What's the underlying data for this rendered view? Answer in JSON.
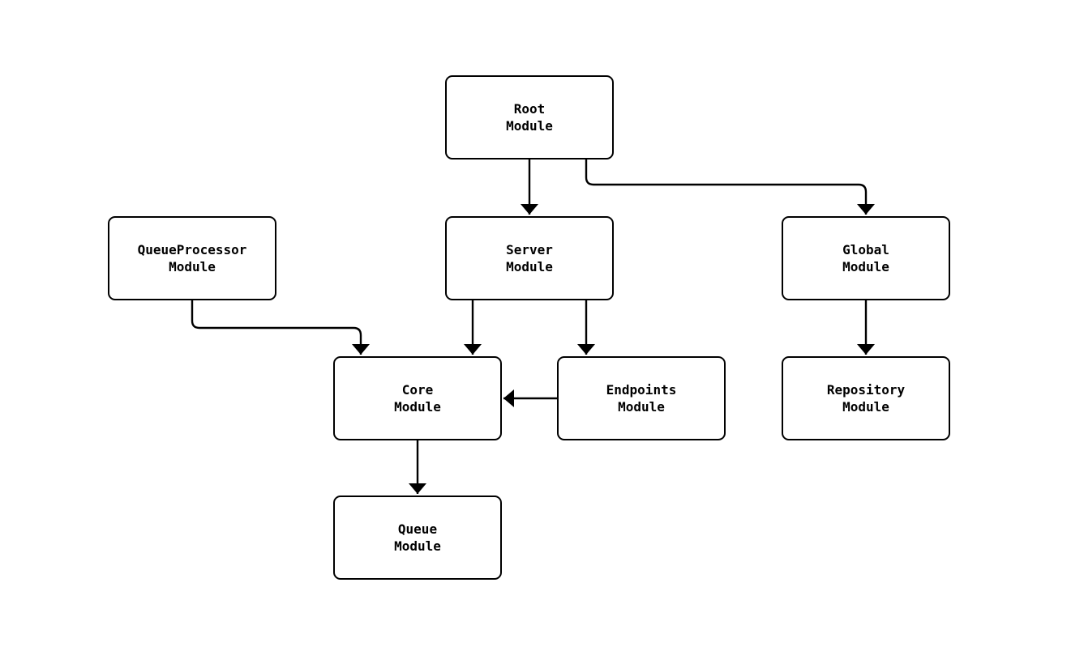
{
  "diagram": {
    "background_color": "#ffffff",
    "node_border_color": "#000000",
    "node_fill_color": "#ffffff",
    "edge_color": "#000000",
    "nodes": [
      {
        "id": "root",
        "label": "Root\nModule"
      },
      {
        "id": "server",
        "label": "Server\nModule"
      },
      {
        "id": "global",
        "label": "Global\nModule"
      },
      {
        "id": "queueprocessor",
        "label": "QueueProcessor\nModule"
      },
      {
        "id": "core",
        "label": "Core\nModule"
      },
      {
        "id": "endpoints",
        "label": "Endpoints\nModule"
      },
      {
        "id": "repository",
        "label": "Repository\nModule"
      },
      {
        "id": "queue",
        "label": "Queue\nModule"
      }
    ],
    "edges": [
      {
        "from": "root",
        "to": "server"
      },
      {
        "from": "root",
        "to": "global"
      },
      {
        "from": "server",
        "to": "core"
      },
      {
        "from": "server",
        "to": "endpoints"
      },
      {
        "from": "queueprocessor",
        "to": "core"
      },
      {
        "from": "endpoints",
        "to": "core"
      },
      {
        "from": "global",
        "to": "repository"
      },
      {
        "from": "core",
        "to": "queue"
      }
    ]
  }
}
